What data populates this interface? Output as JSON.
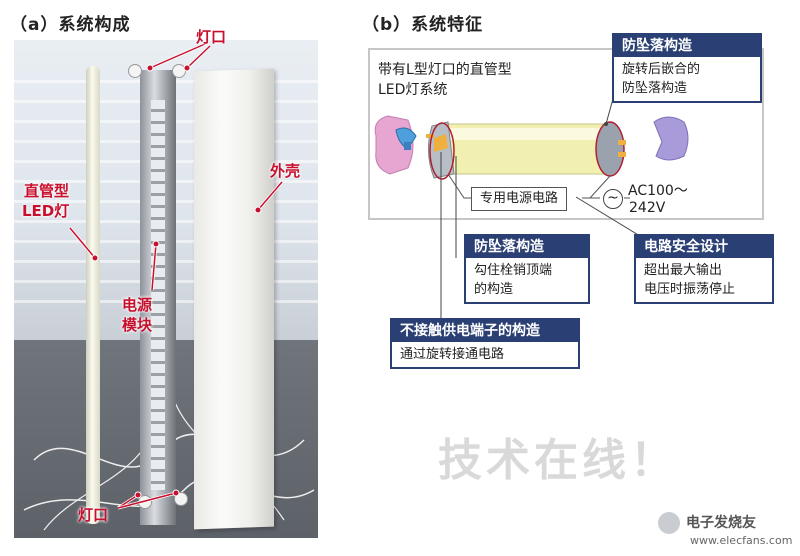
{
  "left_panel": {
    "heading": "（a）系统构成",
    "labels": {
      "socket_top": "灯口",
      "tube_line1": "直管型",
      "tube_line2": "LED灯",
      "cover": "外壳",
      "module_line1": "电源",
      "module_line2": "模块",
      "socket_bottom": "灯口"
    }
  },
  "right_panel": {
    "heading": "（b）系统特征",
    "system_line1": "带有L型灯口的直管型",
    "system_line2": "LED灯系统",
    "callouts": {
      "anti_fall_rotate": {
        "title": "防坠落构造",
        "line1": "旋转后嵌合的",
        "line2": "防坠落构造"
      },
      "anti_fall_pin": {
        "title": "防坠落构造",
        "line1": "勾住栓销顶端",
        "line2": "的构造"
      },
      "circuit_safety": {
        "title": "电路安全设计",
        "line1": "超出最大输出",
        "line2": "电压时振荡停止"
      },
      "no_contact": {
        "title": "不接触供电端子的构造",
        "line1": "通过旋转接通电路"
      }
    },
    "power_circuit": "专用电源电路",
    "ac_symbol": "~",
    "voltage_line1": "AC100～",
    "voltage_line2": "242V"
  },
  "watermark": {
    "big": "技术在线！",
    "site_name": "电子发烧友",
    "site_url": "www.elecfans.com"
  },
  "colors": {
    "callout_blue": "#2a3f73",
    "label_red": "#c8102e",
    "tube_yellow": "#f2f0b0",
    "cap_pink": "#e7a6d2",
    "cap_lavender": "#a99ad9",
    "connector_blue": "#4f9fdc"
  }
}
